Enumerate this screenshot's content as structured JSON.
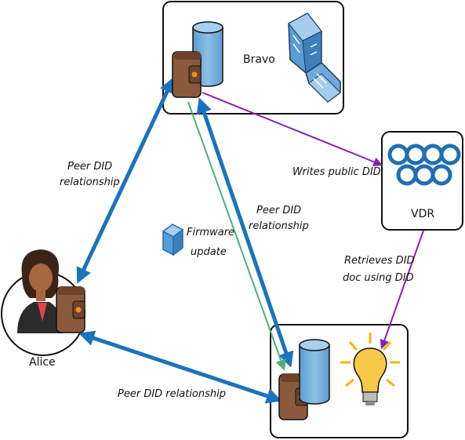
{
  "nodes": {
    "bravo": {
      "label": "Bravo"
    },
    "vdr": {
      "label": "VDR"
    },
    "alice": {
      "label": "Alice"
    },
    "device": {
      "label": ""
    }
  },
  "edges": {
    "alice_bravo": {
      "label_line1": "Peer DID",
      "label_line2": "relationship"
    },
    "bravo_device": {
      "label_line1": "Peer DID",
      "label_line2": "relationship"
    },
    "alice_device": {
      "label": "Peer DID relationship"
    },
    "bravo_vdr": {
      "label": "Writes public DID"
    },
    "vdr_device": {
      "label_line1": "Retrieves DID",
      "label_line2": "doc using DID"
    },
    "firmware": {
      "label_line1": "Firmware",
      "label_line2": "update"
    }
  },
  "colors": {
    "peer_arrow": "#1a73be",
    "did_arrow": "#8a1fb5",
    "firmware_arrow": "#4caf7a",
    "wallet": "#8b5a3c",
    "database": "#6aa9d6",
    "building": "#5b9bd5",
    "vdr_links": "#1f6fb2",
    "bulb": "#f2b705"
  },
  "icons": [
    "wallet-icon",
    "database-icon",
    "building-icon",
    "chain-links-icon",
    "person-icon",
    "lightbulb-icon",
    "package-icon"
  ]
}
